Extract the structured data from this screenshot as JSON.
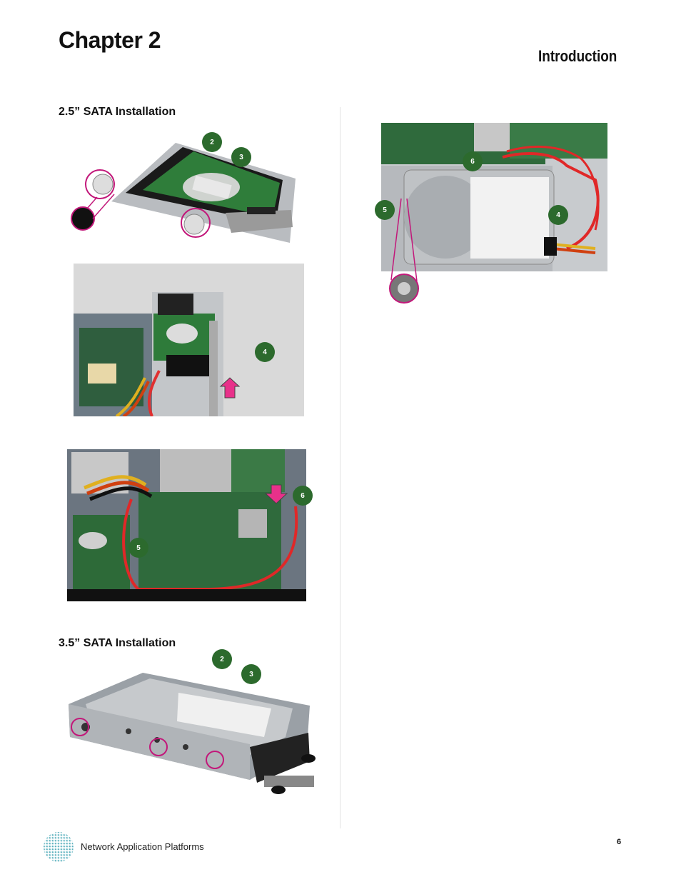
{
  "header": {
    "chapter": "Chapter 2",
    "section": "Introduction"
  },
  "subheads": {
    "sata_25": "2.5” SATA Installation",
    "sata_35": "3.5” SATA Installation"
  },
  "badges": {
    "a": "2",
    "b": "3",
    "c": "4",
    "d": "6",
    "e": "5",
    "f": "2",
    "g": "3",
    "h": "6",
    "i": "5",
    "j": "4"
  },
  "footer": {
    "text": "Network Application Platforms",
    "page": "6"
  },
  "colors": {
    "badge": "#2c6a2d",
    "highlight": "#c2187a",
    "arrow": "#e8318a"
  }
}
